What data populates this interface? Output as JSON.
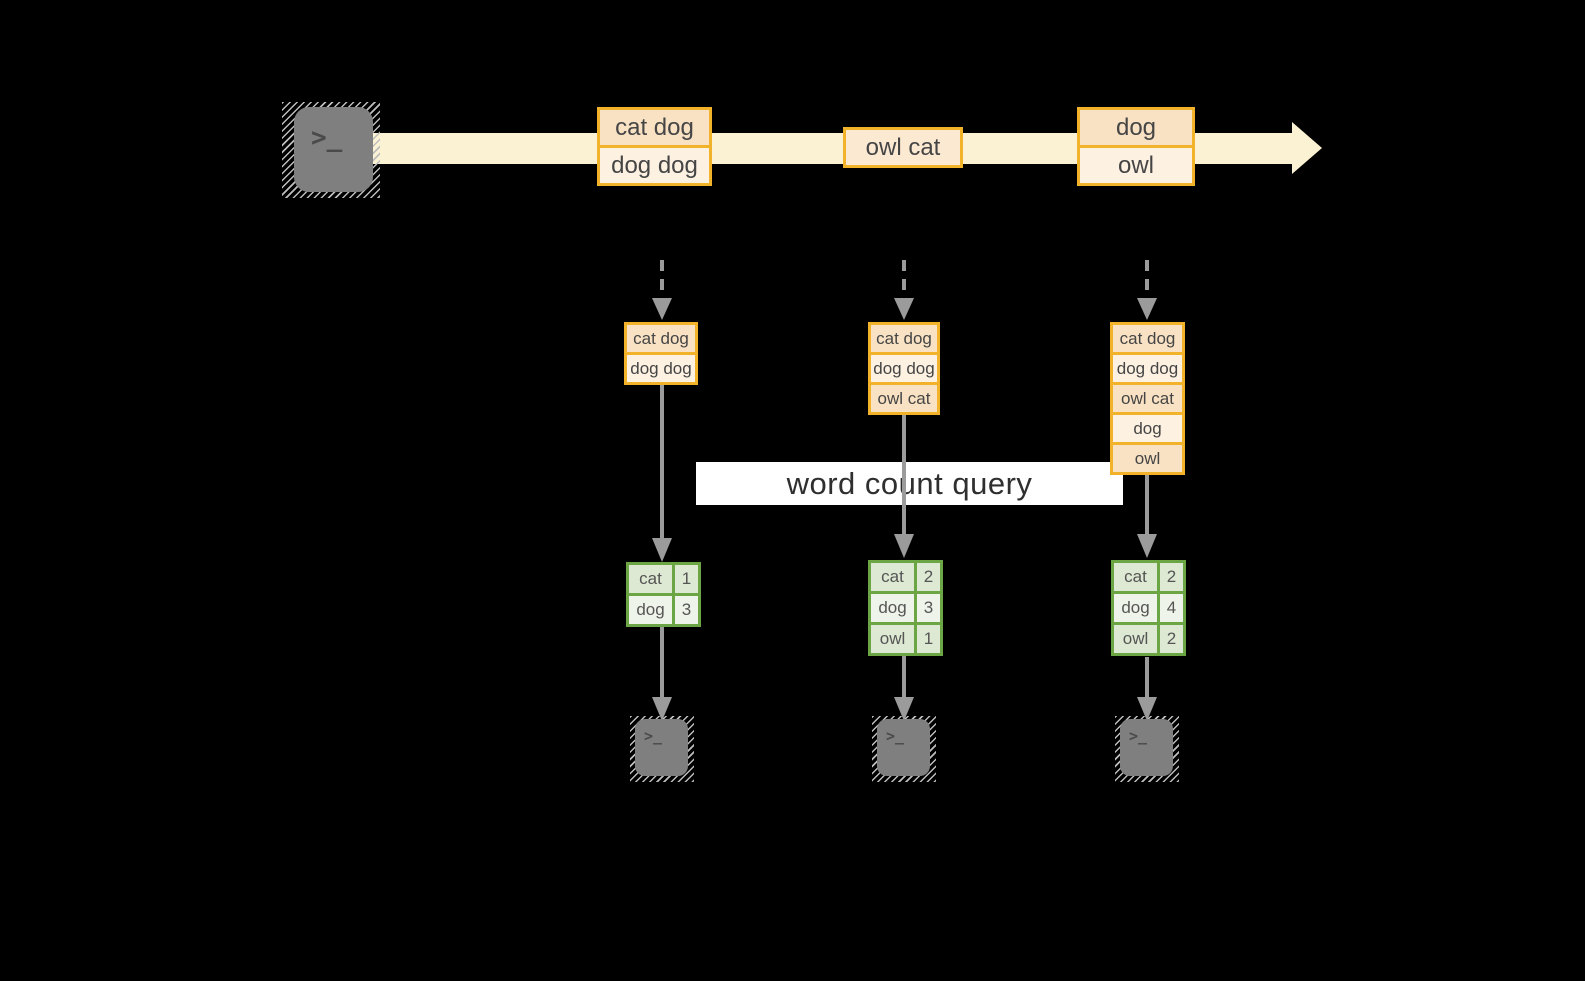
{
  "query": {
    "label": "word count query"
  },
  "stream": {
    "batches": [
      {
        "rows": [
          "cat dog",
          "dog dog"
        ]
      },
      {
        "rows": [
          "owl cat"
        ]
      },
      {
        "rows": [
          "dog",
          "owl"
        ]
      }
    ]
  },
  "states": [
    {
      "rows": [
        "cat dog",
        "dog dog"
      ]
    },
    {
      "rows": [
        "cat dog",
        "dog dog",
        "owl cat"
      ]
    },
    {
      "rows": [
        "cat dog",
        "dog dog",
        "owl cat",
        "dog",
        "owl"
      ]
    }
  ],
  "results": [
    {
      "rows": [
        {
          "word": "cat",
          "count": "1"
        },
        {
          "word": "dog",
          "count": "3"
        }
      ]
    },
    {
      "rows": [
        {
          "word": "cat",
          "count": "2"
        },
        {
          "word": "dog",
          "count": "3"
        },
        {
          "word": "owl",
          "count": "1"
        }
      ]
    },
    {
      "rows": [
        {
          "word": "cat",
          "count": "2"
        },
        {
          "word": "dog",
          "count": "4"
        },
        {
          "word": "owl",
          "count": "2"
        }
      ]
    }
  ],
  "icons": {
    "terminal_glyph": ">_"
  },
  "colors": {
    "box_border": "#F2B229",
    "row_dark": "#F9E2C4",
    "row_light": "#FDF2E2",
    "row_mid": "#FBE9D2",
    "stream_band": "#FAF2D2",
    "table_border": "#6CA644",
    "cell_dark": "#DDE9D3",
    "cell_light": "#EFF4EA",
    "arrow_gray": "#9B9B9B",
    "terminal_gray": "#7F7F7F",
    "query_band_bg": "#FFFFFF",
    "background": "#000000"
  }
}
